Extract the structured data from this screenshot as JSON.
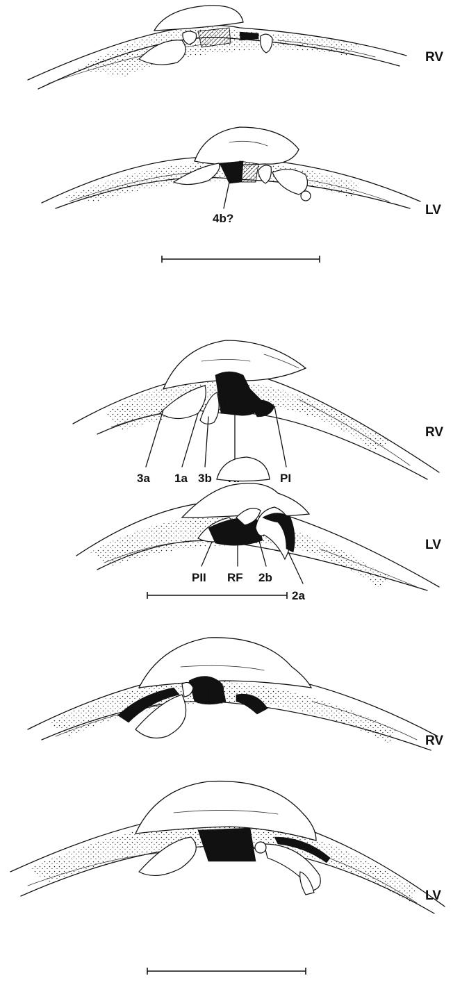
{
  "panels": [
    {
      "id": "panel-1",
      "views": [
        {
          "side": "RV",
          "labels": []
        },
        {
          "side": "LV",
          "labels": [
            "4b?"
          ]
        }
      ]
    },
    {
      "id": "panel-2",
      "views": [
        {
          "side": "RV",
          "labels": [
            "3a",
            "1a",
            "3b",
            "RF",
            "PI"
          ]
        },
        {
          "side": "LV",
          "labels": [
            "PII",
            "RF",
            "2b",
            "2a"
          ]
        }
      ]
    },
    {
      "id": "panel-3",
      "views": [
        {
          "side": "RV",
          "labels": []
        },
        {
          "side": "LV",
          "labels": []
        }
      ]
    }
  ]
}
